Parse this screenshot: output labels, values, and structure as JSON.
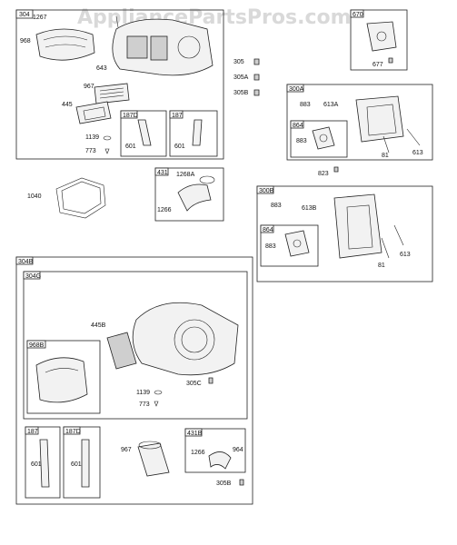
{
  "watermark": "AppliancePartsPros.com",
  "labels": {
    "l304": "304",
    "l1267": "1267",
    "l968": "968",
    "l643": "643",
    "l967a": "967",
    "l445": "445",
    "l187d_a": "187D",
    "l187_a": "187",
    "l1139_a": "1139",
    "l773_a": "773",
    "l601_a": "601",
    "l601_b": "601",
    "l305": "305",
    "l305a": "305A",
    "l305b_a": "305B",
    "l670": "670",
    "l677": "677",
    "l300a": "300A",
    "l883_a": "883",
    "l613a": "613A",
    "l864_a": "864",
    "l883_b": "883",
    "l81_a": "81",
    "l613_a": "613",
    "l823": "823",
    "l431": "431",
    "l1268a": "1268A",
    "l1266_a": "1266",
    "l1040": "1040",
    "l300b": "300B",
    "l883_c": "883",
    "l613b": "613B",
    "l864_b": "864",
    "l883_d": "883",
    "l81_b": "81",
    "l613_b": "613",
    "l304b": "304B",
    "l304g": "304G",
    "l445b": "445B",
    "l968b": "968B",
    "l305c": "305C",
    "l1139_b": "1139",
    "l773_b": "773",
    "l187_b": "187",
    "l187d_b": "187D",
    "l601_c": "601",
    "l601_d": "601",
    "l967b": "967",
    "l431b": "431B",
    "l1266_b": "1266",
    "l964": "964",
    "l305b_b": "305B"
  }
}
